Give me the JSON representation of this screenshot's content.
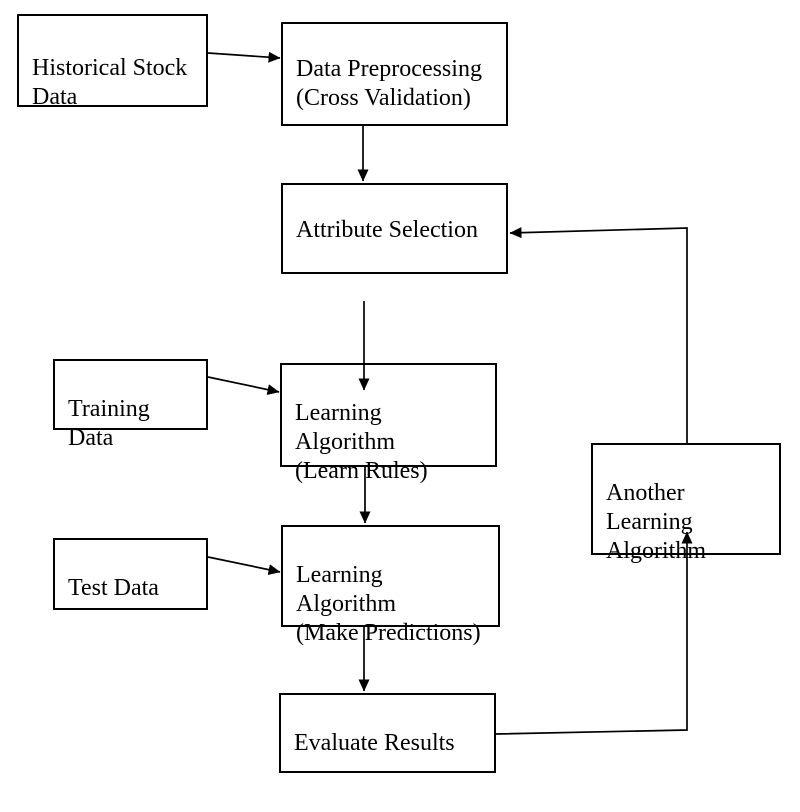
{
  "diagram": {
    "description": "Stock prediction machine learning process flowchart",
    "colors": {
      "background": "#ffffff",
      "box_border": "#000000",
      "text": "#000000",
      "line": "#000000"
    },
    "nodes": {
      "historical": {
        "label": "Historical Stock\nData"
      },
      "preprocessing": {
        "label": "Data Preprocessing\n(Cross Validation)"
      },
      "attribute": {
        "label": "Attribute Selection"
      },
      "training": {
        "label": "Training\nData"
      },
      "learn_rules": {
        "label": "Learning\nAlgorithm\n(Learn Rules)"
      },
      "test": {
        "label": "Test Data"
      },
      "make_predictions": {
        "label": "Learning\nAlgorithm\n(Make Predictions)"
      },
      "evaluate": {
        "label": "Evaluate Results"
      },
      "another": {
        "label": "Another\nLearning\nAlgorithm"
      }
    },
    "edges": [
      {
        "from": "historical-stock-data",
        "to": "data-preprocessing"
      },
      {
        "from": "data-preprocessing",
        "to": "attribute-selection"
      },
      {
        "from": "attribute-selection",
        "to": "learning-algorithm-learn-rules"
      },
      {
        "from": "training-data",
        "to": "learning-algorithm-learn-rules"
      },
      {
        "from": "learning-algorithm-learn-rules",
        "to": "learning-algorithm-make-predictions"
      },
      {
        "from": "test-data",
        "to": "learning-algorithm-make-predictions"
      },
      {
        "from": "learning-algorithm-make-predictions",
        "to": "evaluate-results"
      },
      {
        "from": "evaluate-results",
        "to": "another-learning-algorithm"
      },
      {
        "from": "another-learning-algorithm",
        "to": "attribute-selection"
      }
    ]
  }
}
